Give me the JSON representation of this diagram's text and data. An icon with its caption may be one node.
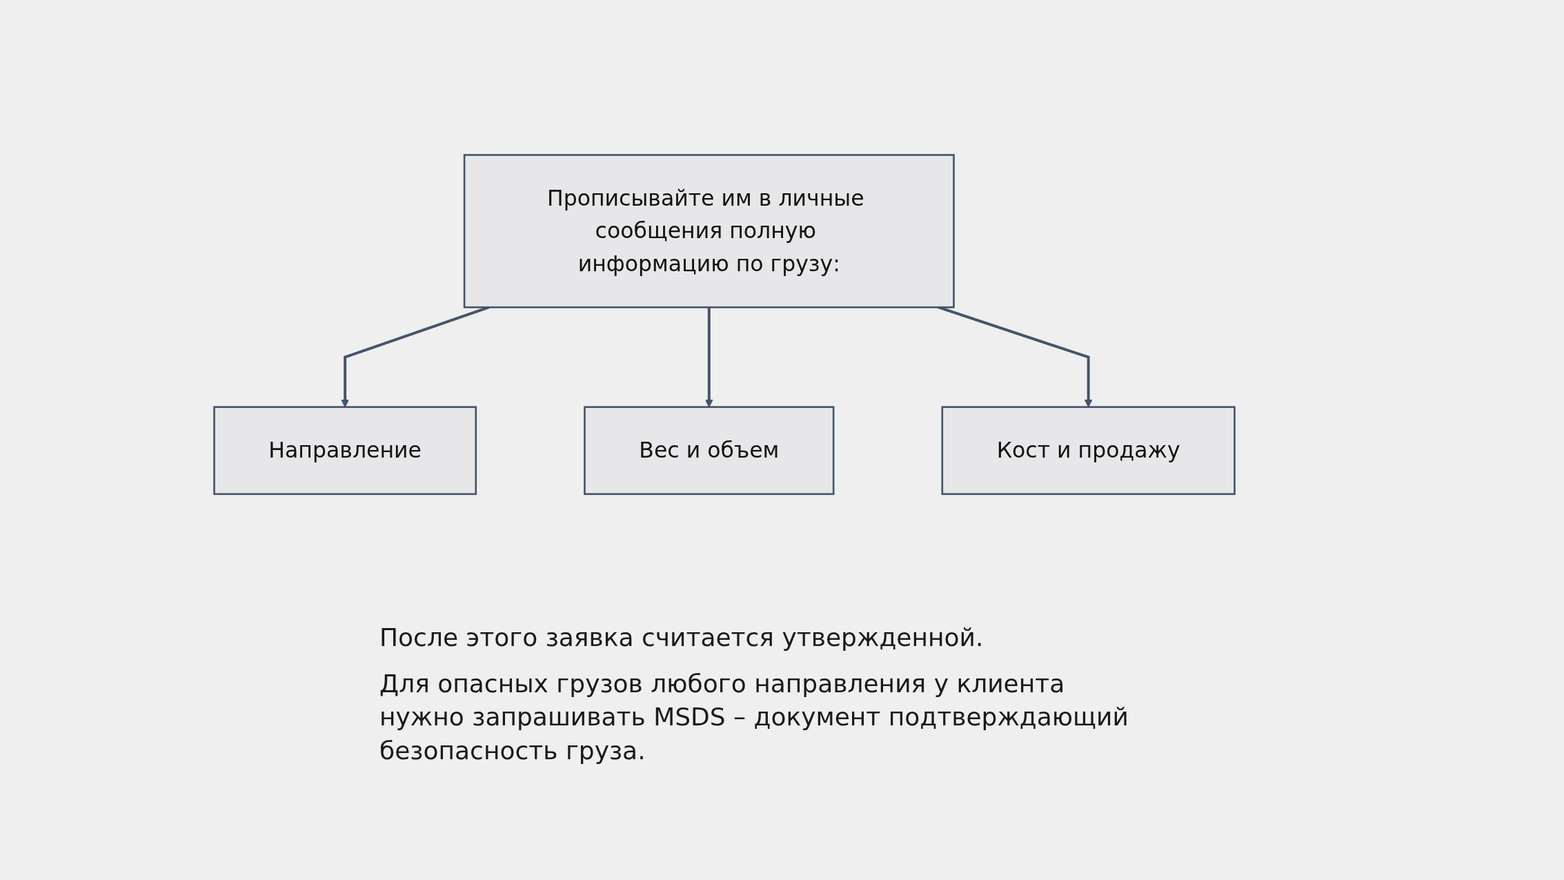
{
  "diagram": {
    "nodes": [
      {
        "text": [
          "Прописывайте им в личные сообщения полную информацию по грузу:"
        ]
      },
      {
        "text": [
          "Направление"
        ]
      },
      {
        "text": [
          "Вес и объем"
        ]
      },
      {
        "text": [
          "Кост и продажу"
        ]
      }
    ],
    "edges": [
      {
        "from": 0,
        "to": 1,
        "arrow": "to"
      },
      {
        "from": 0,
        "to": 2,
        "arrow": "to"
      },
      {
        "from": 0,
        "to": 3,
        "arrow": "to"
      }
    ],
    "labels": [
      "После этого заявка считается утвержденной.",
      "Для опасных грузов любого направления у клиента нужно запрашивать MSDS – документ подтверждающий безопасность груза."
    ]
  }
}
